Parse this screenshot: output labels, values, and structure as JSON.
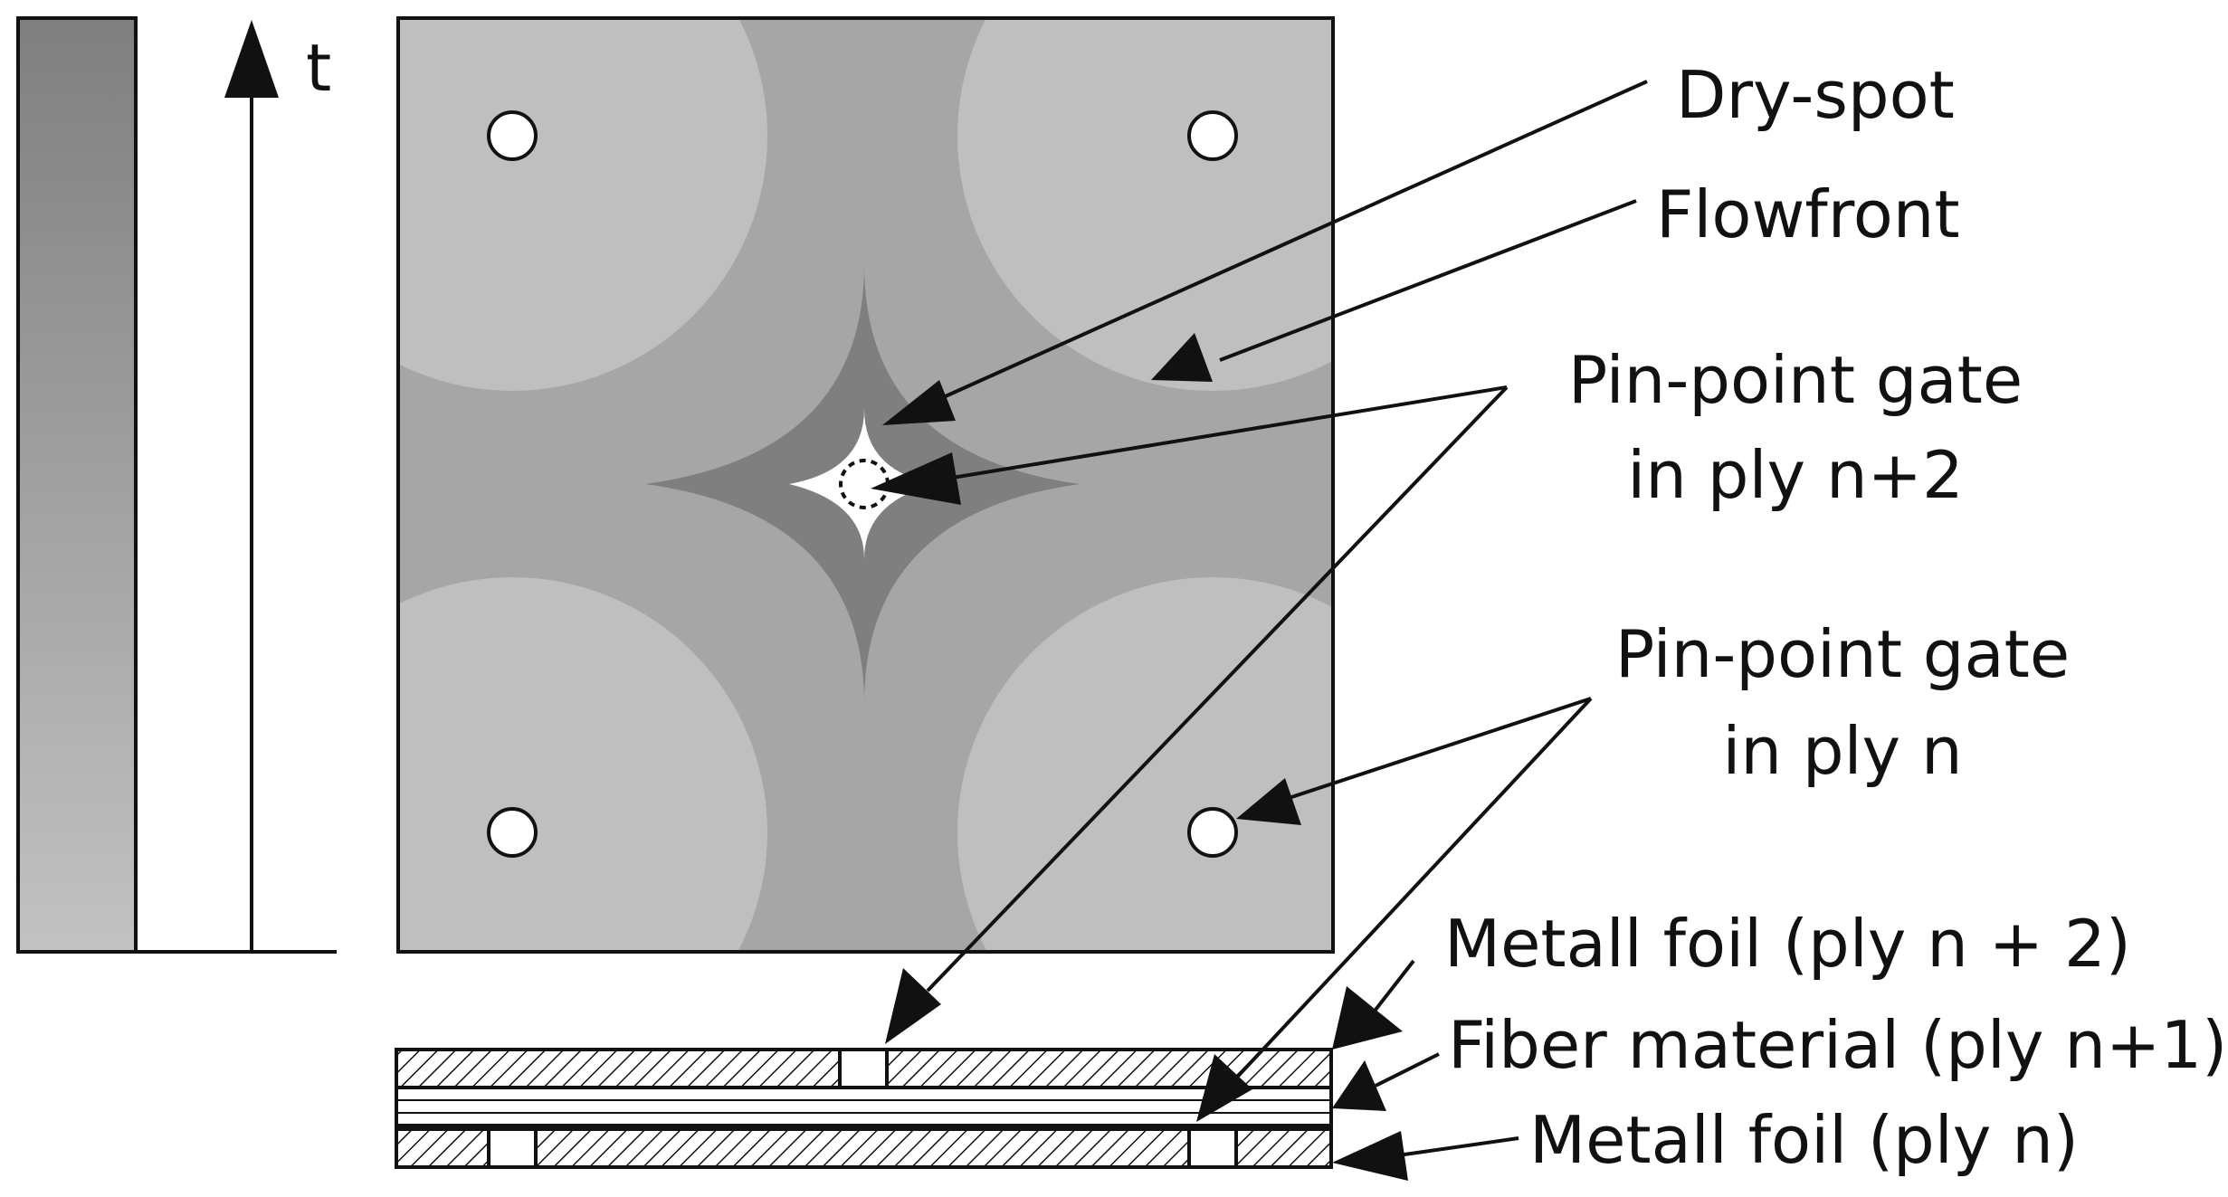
{
  "axis": {
    "label": "t"
  },
  "labels": {
    "dry_spot": "Dry-spot",
    "flowfront": "Flowfront",
    "gate_n2_line1": "Pin-point gate",
    "gate_n2_line2": "in ply n+2",
    "gate_n_line1": "Pin-point gate",
    "gate_n_line2": "in ply n",
    "foil_top": "Metall foil (ply n + 2)",
    "fiber": "Fiber material (ply n+1)",
    "foil_bottom": "Metall foil (ply n)"
  },
  "colors": {
    "gradient_top": "#7f7f7f",
    "gradient_bottom": "#c2c2c2",
    "stage_light": "#bfbfbf",
    "stage_mid": "#a6a6a6",
    "stage_dark": "#7f7f7f",
    "dry_spot": "#ffffff",
    "outline": "#111111"
  }
}
